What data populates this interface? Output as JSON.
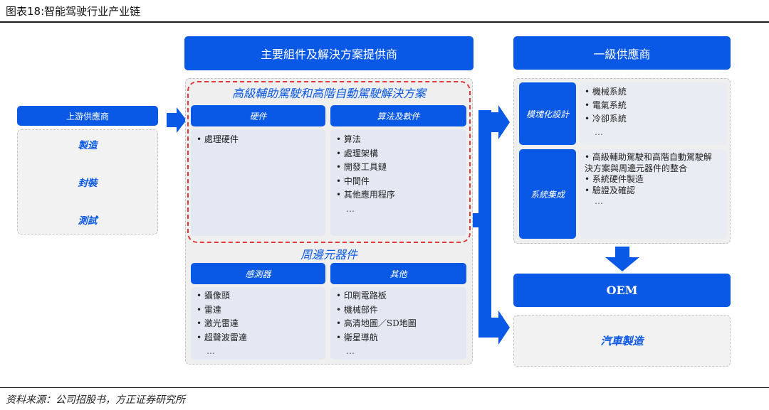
{
  "figure_title": "图表18:智能驾驶行业产业链",
  "source": "资料来源：公司招股书，方正证券研究所",
  "upstream": {
    "header": "上游供應商",
    "items": [
      "製造",
      "封裝",
      "測試"
    ]
  },
  "center": {
    "header": "主要組件及解決方案提供商",
    "adas_title": "高級輔助駕駛和高階自動駕駛解決方案",
    "hardware": {
      "header": "硬件",
      "items": [
        "處理硬件"
      ]
    },
    "software": {
      "header": "算法及軟件",
      "items": [
        "算法",
        "處理架構",
        "開發工具鏈",
        "中間件",
        "其他應用程序"
      ],
      "more": "…"
    },
    "peripherals_title": "周邊元器件",
    "sensors": {
      "header": "感測器",
      "items": [
        "攝像頭",
        "雷達",
        "激光雷達",
        "超聲波雷達"
      ],
      "more": "…"
    },
    "others": {
      "header": "其他",
      "items": [
        "印刷電路板",
        "機械部件",
        "高清地圖／SD地圖",
        "衛星導航"
      ],
      "more": "…"
    }
  },
  "right": {
    "header": "一級供應商",
    "modular": {
      "label": "模塊化設計",
      "items": [
        "機械系統",
        "電氣系統",
        "冷卻系統"
      ],
      "more": "…"
    },
    "integration": {
      "label": "系統集成",
      "items": [
        "高級輔助駕駛和高階自動駕駛解決方案與周邊元器件的整合",
        "系統硬件製造",
        "驗證及確認"
      ],
      "more": "…"
    },
    "oem": "OEM",
    "oem_item": "汽車製造"
  },
  "colors": {
    "brand_blue": "#0a58e6",
    "panel_grey": "#f2f2f2",
    "subpanel_blue": "#e3e8f2",
    "dash_red": "#e03a3a"
  }
}
